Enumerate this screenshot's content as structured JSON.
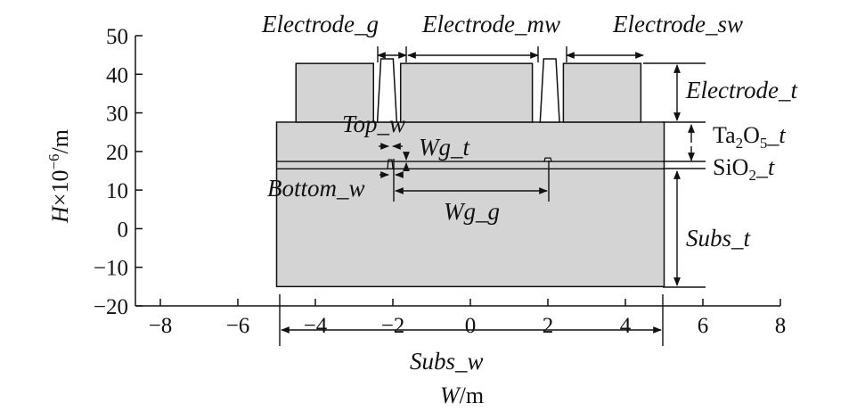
{
  "axes": {
    "x_title_var": "W",
    "x_title_unit": "/m",
    "y_title_var": "H",
    "y_title_unit": "×10",
    "y_title_exp": "−6",
    "y_title_tail": "/m",
    "x_ticks": [
      -8,
      -6,
      -4,
      -2,
      0,
      2,
      4,
      6,
      8
    ],
    "y_ticks": [
      -20,
      -10,
      0,
      10,
      20,
      30,
      40,
      50
    ],
    "x_tick_labels": [
      "−8",
      "−6",
      "−4",
      "−2",
      "0",
      "2",
      "4",
      "6",
      "8"
    ],
    "y_tick_labels": [
      "−20",
      "−10",
      "0",
      "10",
      "20",
      "30",
      "40",
      "50"
    ],
    "xlim": [
      -8.9,
      8.1
    ],
    "ylim": [
      -20,
      50
    ]
  },
  "structure": {
    "substrate": {
      "x": [
        -5,
        5
      ],
      "y": [
        -15,
        27.6
      ]
    },
    "sio2_line_y": 15.5,
    "ta2o5_line_y": 17.4,
    "electrodes": [
      {
        "x": [
          -4.5,
          -2.5
        ],
        "y": [
          27.6,
          42.8
        ]
      },
      {
        "x": [
          -1.8,
          1.6
        ],
        "y": [
          27.6,
          42.8
        ]
      },
      {
        "x": [
          2.4,
          4.4
        ],
        "y": [
          27.6,
          42.8
        ]
      }
    ],
    "probes": [
      {
        "x": [
          -2.4,
          -1.9
        ],
        "y": [
          27.6,
          44
        ]
      },
      {
        "x": [
          1.8,
          2.3
        ],
        "y": [
          27.6,
          44
        ]
      }
    ],
    "waveguide_small_x": 2.0,
    "waveguide_small_y": 17.4
  },
  "labels": {
    "electrode_g": "Electrode_g",
    "electrode_mw": "Electrode_mw",
    "electrode_sw": "Electrode_sw",
    "electrode_t": "Electrode_t",
    "top_w": "Top_w",
    "wg_t": "Wg_t",
    "bottom_w": "Bottom_w",
    "wg_g": "Wg_g",
    "ta2o5_t_a": "Ta",
    "ta2o5_t_sub1": "2",
    "ta2o5_t_b": "O",
    "ta2o5_t_sub2": "5",
    "ta2o5_t_c": "_t",
    "sio2_t_a": "SiO",
    "sio2_t_sub": "2",
    "sio2_t_b": "_t",
    "subs_t": "Subs_t",
    "subs_w": "Subs_w"
  }
}
